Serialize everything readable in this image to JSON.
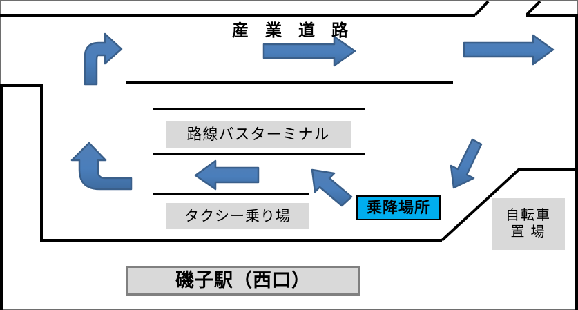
{
  "diagram": {
    "title": "産業道路",
    "kind": "station-west-exit-access-map",
    "background_color": "#ffffff",
    "outline_color": "#000000",
    "arrow_fill_color": "#4a7ebb",
    "arrow_stroke_color": "#3a5f8a",
    "label_fill_color": "#d9d9d9",
    "highlight_fill_color": "#00aeef",
    "station_border_color": "#808080"
  },
  "labels": {
    "road_title": "産 業 道 路",
    "bus_terminal": "路線バスターミナル",
    "taxi_stand": "タクシー乗り場",
    "boarding_area": "乗降場所",
    "bicycle_parking_line1": "自転車",
    "bicycle_parking_line2": "置 場",
    "station": "磯子駅（西口）"
  },
  "arrows": [
    {
      "name": "curved-arrow-up-right",
      "direction": "up-then-right",
      "color": "#4a7ebb"
    },
    {
      "name": "road-arrow-right-center",
      "direction": "right",
      "color": "#4a7ebb"
    },
    {
      "name": "road-arrow-right-far",
      "direction": "right",
      "color": "#4a7ebb"
    },
    {
      "name": "curved-arrow-left-up",
      "direction": "left-then-up",
      "color": "#4a7ebb"
    },
    {
      "name": "arrow-left-terminal",
      "direction": "left",
      "color": "#4a7ebb"
    },
    {
      "name": "arrow-diagonal-up-left",
      "direction": "up-left",
      "color": "#4a7ebb"
    },
    {
      "name": "arrow-diagonal-down-left",
      "direction": "down-left",
      "color": "#4a7ebb"
    }
  ]
}
